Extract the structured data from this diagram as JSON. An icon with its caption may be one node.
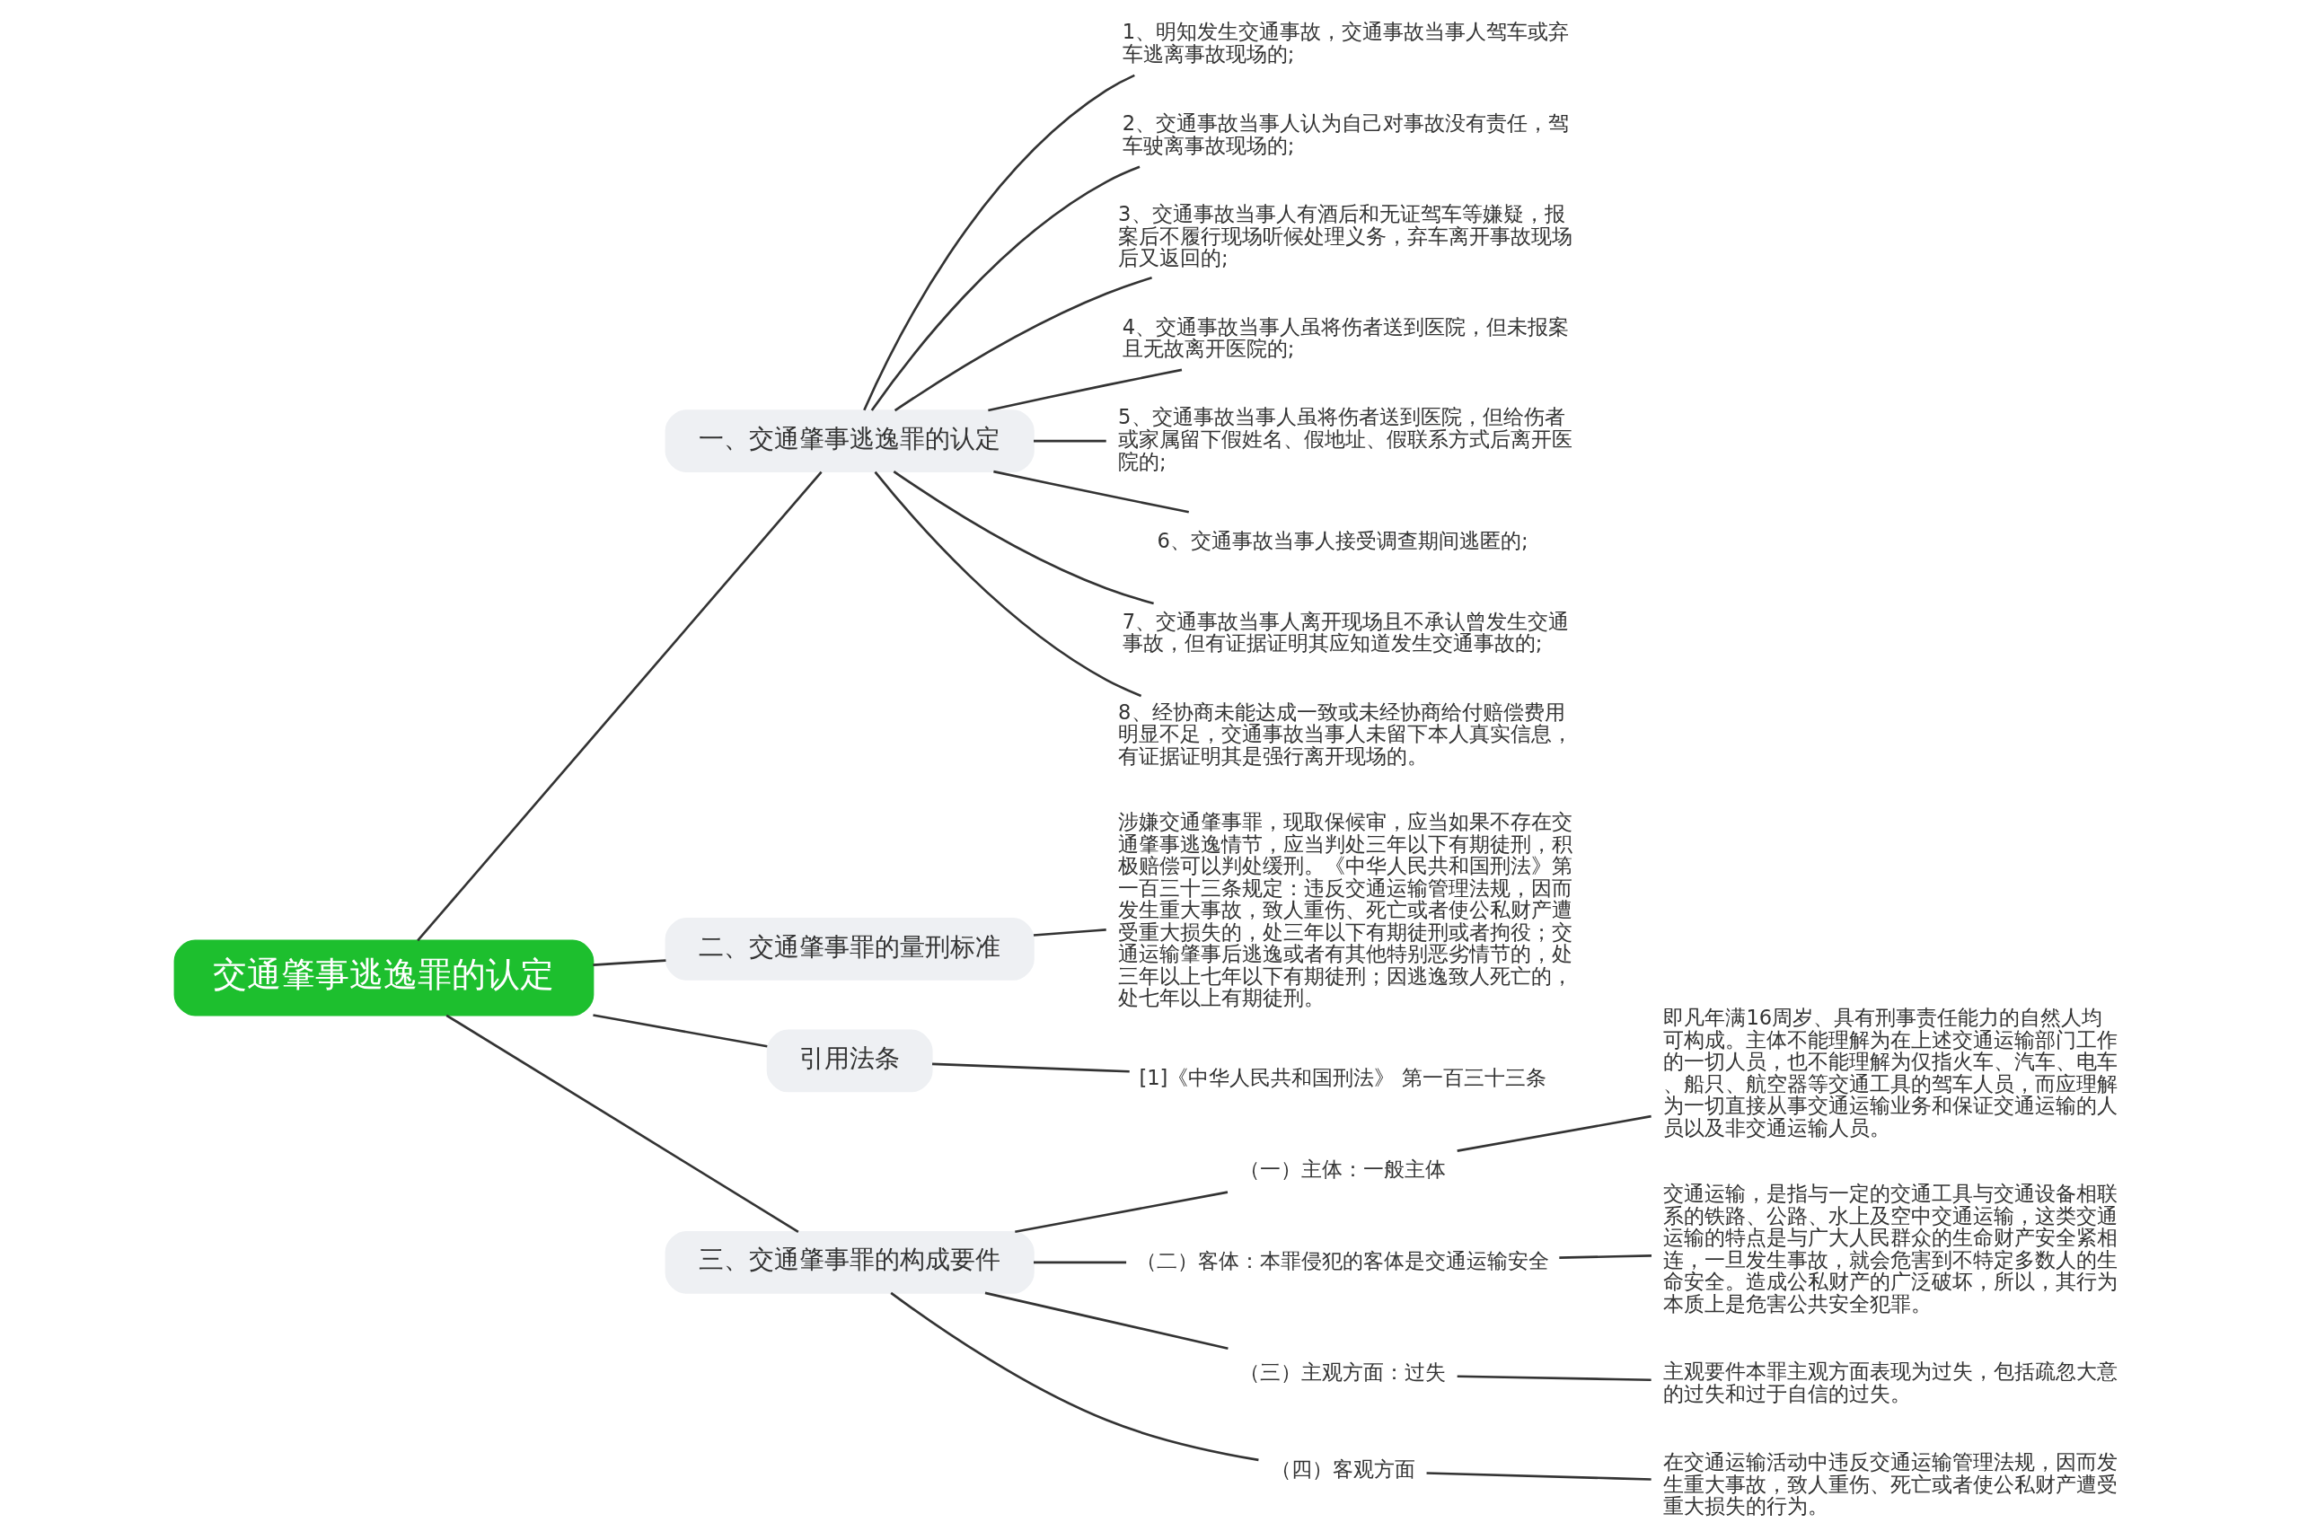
{
  "diagram": {
    "nodes": [
      {
        "text": [
          "交通肇事逃逸罪的认定"
        ]
      },
      {
        "text": [
          "一、交通肇事逃逸罪的认定"
        ]
      },
      {
        "text": [
          "1、明知发生交通事故，交通事故当事人驾车或弃车逃离事故现场的;"
        ]
      },
      {
        "text": [
          "2、交通事故当事人认为自己对事故没有责任，驾车驶离事故现场的;"
        ]
      },
      {
        "text": [
          "3、交通事故当事人有酒后和无证驾车等嫌疑，报案后不履行现场听候处理义务，弃车离开事故现场后又返回的;"
        ]
      },
      {
        "text": [
          "4、交通事故当事人虽将伤者送到医院，但未报案且无故离开医院的;"
        ]
      },
      {
        "text": [
          "5、交通事故当事人虽将伤者送到医院，但给伤者或家属留下假姓名、假地址、假联系方式后离开医院的;"
        ]
      },
      {
        "text": [
          "6、交通事故当事人接受调查期间逃匿的;"
        ]
      },
      {
        "text": [
          "7、交通事故当事人离开现场且不承认曾发生交通事故，但有证据证明其应知道发生交通事故的;"
        ]
      },
      {
        "text": [
          "8、经协商未能达成一致或未经协商给付赔偿费用明显不足，交通事故当事人未留下本人真实信息，有证据证明其是强行离开现场的。"
        ]
      },
      {
        "text": [
          "二、交通肇事罪的量刑标准"
        ]
      },
      {
        "text": [
          "涉嫌交通肇事罪，现取保候审，应当如果不存在交通肇事逃逸情节，应当判处三年以下有期徒刑，积极赔偿可以判处缓刑。《中华人民共和国刑法》第一百三十三条规定：违反交通运输管理法规，因而发生重大事故，致人重伤、死亡或者使公私财产遭受重大损失的，处三年以下有期徒刑或者拘役；交通运输肇事后逃逸或者有其他特别恶劣情节的，处三年以上七年以下有期徒刑；因逃逸致人死亡的，处七年以上有期徒刑。"
        ]
      },
      {
        "text": [
          "引用法条"
        ]
      },
      {
        "text": [
          "[1]《中华人民共和国刑法》 第一百三十三条"
        ]
      },
      {
        "text": [
          "三、交通肇事罪的构成要件"
        ]
      },
      {
        "text": [
          "（一）主体：一般主体"
        ]
      },
      {
        "text": [
          "即凡年满16周岁、具有刑事责任能力的自然人均可构成。主体不能理解为在上述交通运输部门工作的一切人员，也不能理解为仅指火车、汽车、电车、船只、航空器等交通工具的驾车人员，而应理解为一切直接从事交通运输业务和保证交通运输的人员以及非交通运输人员。"
        ]
      },
      {
        "text": [
          "（二）客体：本罪侵犯的客体是交通运输安全"
        ]
      },
      {
        "text": [
          "交通运输，是指与一定的交通工具与交通设备相联系的铁路、公路、水上及空中交通运输，这类交通运输的特点是与广大人民群众的生命财产安全紧相连，一旦发生事故，就会危害到不特定多数人的生命安全。造成公私财产的广泛破坏，所以，其行为本质上是危害公共安全犯罪。"
        ]
      },
      {
        "text": [
          "（三）主观方面：过失"
        ]
      },
      {
        "text": [
          "主观要件本罪主观方面表现为过失，包括疏忽大意的过失和过于自信的过失。"
        ]
      },
      {
        "text": [
          "（四）客观方面"
        ]
      },
      {
        "text": [
          "在交通运输活动中违反交通运输管理法规，因而发生重大事故，致人重伤、死亡或者使公私财产遭受重大损失的行为。"
        ]
      }
    ],
    "edges": [
      {
        "from": 0,
        "to": 1,
        "arrow": "none"
      },
      {
        "from": 1,
        "to": 2,
        "arrow": "none"
      },
      {
        "from": 1,
        "to": 3,
        "arrow": "none"
      },
      {
        "from": 1,
        "to": 4,
        "arrow": "none"
      },
      {
        "from": 1,
        "to": 5,
        "arrow": "none"
      },
      {
        "from": 1,
        "to": 6,
        "arrow": "none"
      },
      {
        "from": 1,
        "to": 7,
        "arrow": "none"
      },
      {
        "from": 1,
        "to": 8,
        "arrow": "none"
      },
      {
        "from": 1,
        "to": 9,
        "arrow": "none"
      },
      {
        "from": 0,
        "to": 10,
        "arrow": "none"
      },
      {
        "from": 10,
        "to": 11,
        "arrow": "none"
      },
      {
        "from": 0,
        "to": 12,
        "arrow": "none"
      },
      {
        "from": 12,
        "to": 13,
        "arrow": "none"
      },
      {
        "from": 0,
        "to": 14,
        "arrow": "none"
      },
      {
        "from": 14,
        "to": 15,
        "arrow": "none"
      },
      {
        "from": 15,
        "to": 16,
        "arrow": "none"
      },
      {
        "from": 14,
        "to": 17,
        "arrow": "none"
      },
      {
        "from": 17,
        "to": 18,
        "arrow": "none"
      },
      {
        "from": 14,
        "to": 19,
        "arrow": "none"
      },
      {
        "from": 19,
        "to": 20,
        "arrow": "none"
      },
      {
        "from": 14,
        "to": 21,
        "arrow": "none"
      },
      {
        "from": 21,
        "to": 22,
        "arrow": "none"
      }
    ]
  }
}
